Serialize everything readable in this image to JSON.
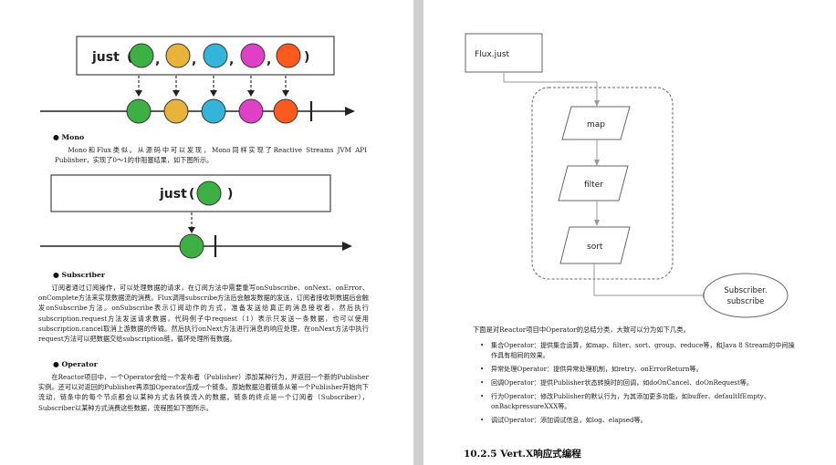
{
  "left": {
    "flux_diagram": {
      "operator_label": "just",
      "open_paren": "(",
      "close_paren": ")",
      "comma": ",",
      "marbles": [
        "#3cb043",
        "#e8b33a",
        "#33b5db",
        "#e040c8",
        "#ff5a1e"
      ]
    },
    "mono_heading": "Mono",
    "mono_text": "Mono和Flux类似。从源码中可以发现，Mono同样实现了Reactive Streams JVM API Publisher，实现了0～1的非阻塞结果，如下图所示。",
    "mono_diagram": {
      "operator_label": "just",
      "open_paren": "(",
      "close_paren": ")",
      "marble": "#3cb043"
    },
    "subscriber_heading": "Subscriber",
    "subscriber_text": "订阅者通过订阅操作，可以处理数据的请求，在订阅方法中需要重写onSubscribe、onNext、onError、onComplete方法来实现数据流的消费。Flux调用subscribe方法后会触发数据的发送，订阅者接收到数据后会触发onSubscribe方法。onSubscribe表示订阅动作的方式，准备发送给真正的消息接收者，然后执行subscription.request方法发送请求数据，代码例子中request（1）表示只发送一条数据，也可以使用subscription.cancel取消上游数据的传输。然后执行onNext方法进行消息的响应处理，在onNext方法中执行request方法可以把数据交给subscription链，循环处理所有数据。",
    "operator_heading": "Operator",
    "operator_text": "在Reactor项目中，一个Operator会给一个发布者（Publisher）添加某种行为，并返回一个新的Publisher实例。还可以对返回的Publisher再添加Operator连成一个链条。原始数据沿着链条从第一个Publisher开始向下流动，链条中的每个节点都会以某种方式去转换流入的数据。链条的终点是一个订阅者（Subscriber），Subscriber以某种方式消费这些数据，流程图如下图所示。"
  },
  "right": {
    "flow": {
      "source": "Flux.just",
      "steps": [
        "map",
        "filter",
        "sort"
      ],
      "sink_line1": "Subscriber.",
      "sink_line2": "subscribe"
    },
    "intro": "下面是对Reactor项目中Operator的总结分类，大致可以分为如下几类。",
    "ops": [
      "集合Operator：提供集合运算，如map、filter、sort、group、reduce等，和Java 8 Stream的中间操作具有相同的效果。",
      "异常处理Operator：提供异常处理机制，如retry、onErrorReturn等。",
      "回调Operator：提供Publisher状态转换时的回调，如doOnCancel、doOnRequest等。",
      "行为Operator：修改Publisher的默认行为，为其添加更多功能，如buffer、defaultIfEmpty、onBackpressureXXX等。",
      "调试Operator：添加调试信息，如log、elapsed等。"
    ],
    "section_title": "10.2.5 Vert.X响应式编程"
  }
}
